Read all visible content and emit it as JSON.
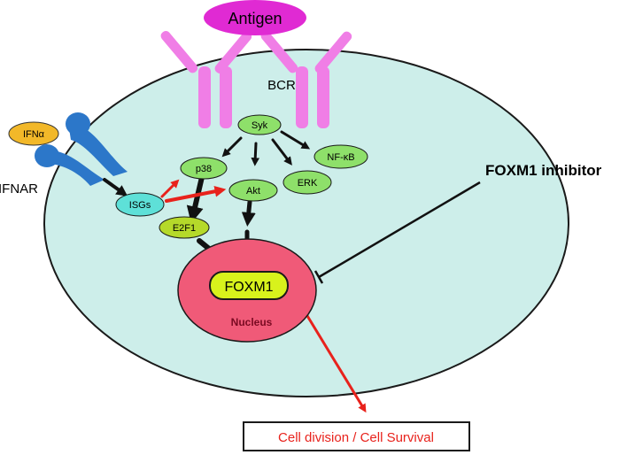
{
  "labels": {
    "antigen": "Antigen",
    "bcr": "BCR",
    "ifna": "IFNα",
    "ifnar": "IFNAR",
    "syk": "Syk",
    "p38": "p38",
    "nfkb": "NF-κB",
    "akt": "Akt",
    "erk": "ERK",
    "isgs": "ISGs",
    "e2f1": "E2F1",
    "foxm1": "FOXM1",
    "nucleus": "Nucleus",
    "inhibitor": "FOXM1 inhibitor",
    "outcome": "Cell division / Cell Survival"
  },
  "colors": {
    "cell": "#cdeeea",
    "nucleus": "#f05a78",
    "antigen": "#e02ad3",
    "receptor": "#f07ee6",
    "ifnar": "#2c77c9",
    "ifna": "#f2b829",
    "kinase": "#8ee06a",
    "isgs": "#5ee0d8",
    "e2f1": "#b5d92a",
    "foxm1": "#d8f21c",
    "activation_arrow": "#111111",
    "red_arrow": "#e8221c"
  }
}
